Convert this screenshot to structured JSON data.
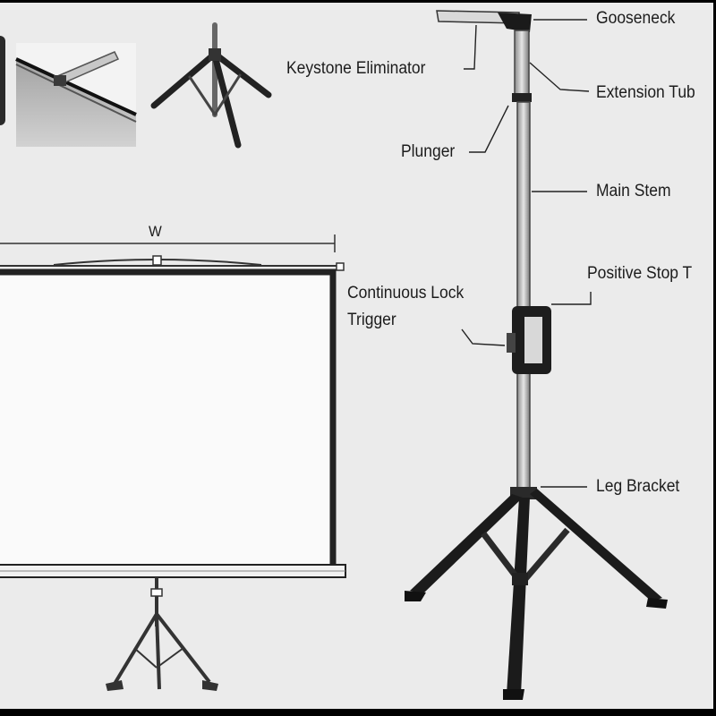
{
  "dimension_label": "W",
  "labels": {
    "gooseneck": "Gooseneck",
    "keystone_eliminator": "Keystone Eliminator",
    "extension_tube": "Extension Tub",
    "plunger": "Plunger",
    "main_stem": "Main Stem",
    "positive_stop": "Positive Stop T",
    "continuous_lock_line1": "Continuous Lock",
    "continuous_lock_line2": "Trigger",
    "leg_bracket": "Leg Bracket"
  }
}
